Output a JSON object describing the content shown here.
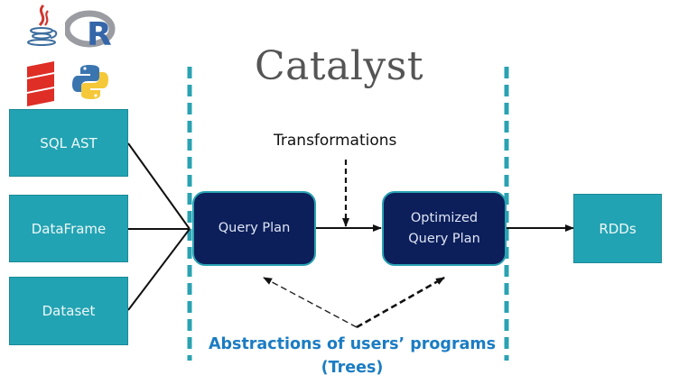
{
  "title": "Catalyst",
  "language_icons": [
    {
      "name": "java-icon"
    },
    {
      "name": "r-icon",
      "glyph": "R"
    },
    {
      "name": "scala-icon"
    },
    {
      "name": "python-icon"
    }
  ],
  "inputs": [
    {
      "label": "SQL AST"
    },
    {
      "label": "DataFrame"
    },
    {
      "label": "Dataset"
    }
  ],
  "transformations_label": "Transformations",
  "query_plan": "Query Plan",
  "optimized_plan": {
    "line1": "Optimized",
    "line2": "Query Plan"
  },
  "output": "RDDs",
  "abstractions": {
    "line1": "Abstractions of users’ programs",
    "line2": "(Trees)"
  },
  "colors": {
    "teal": "#22a3b3",
    "navy": "#0c1f5b",
    "dash": "#2aa2b2",
    "caption_blue": "#1b7cc3"
  }
}
